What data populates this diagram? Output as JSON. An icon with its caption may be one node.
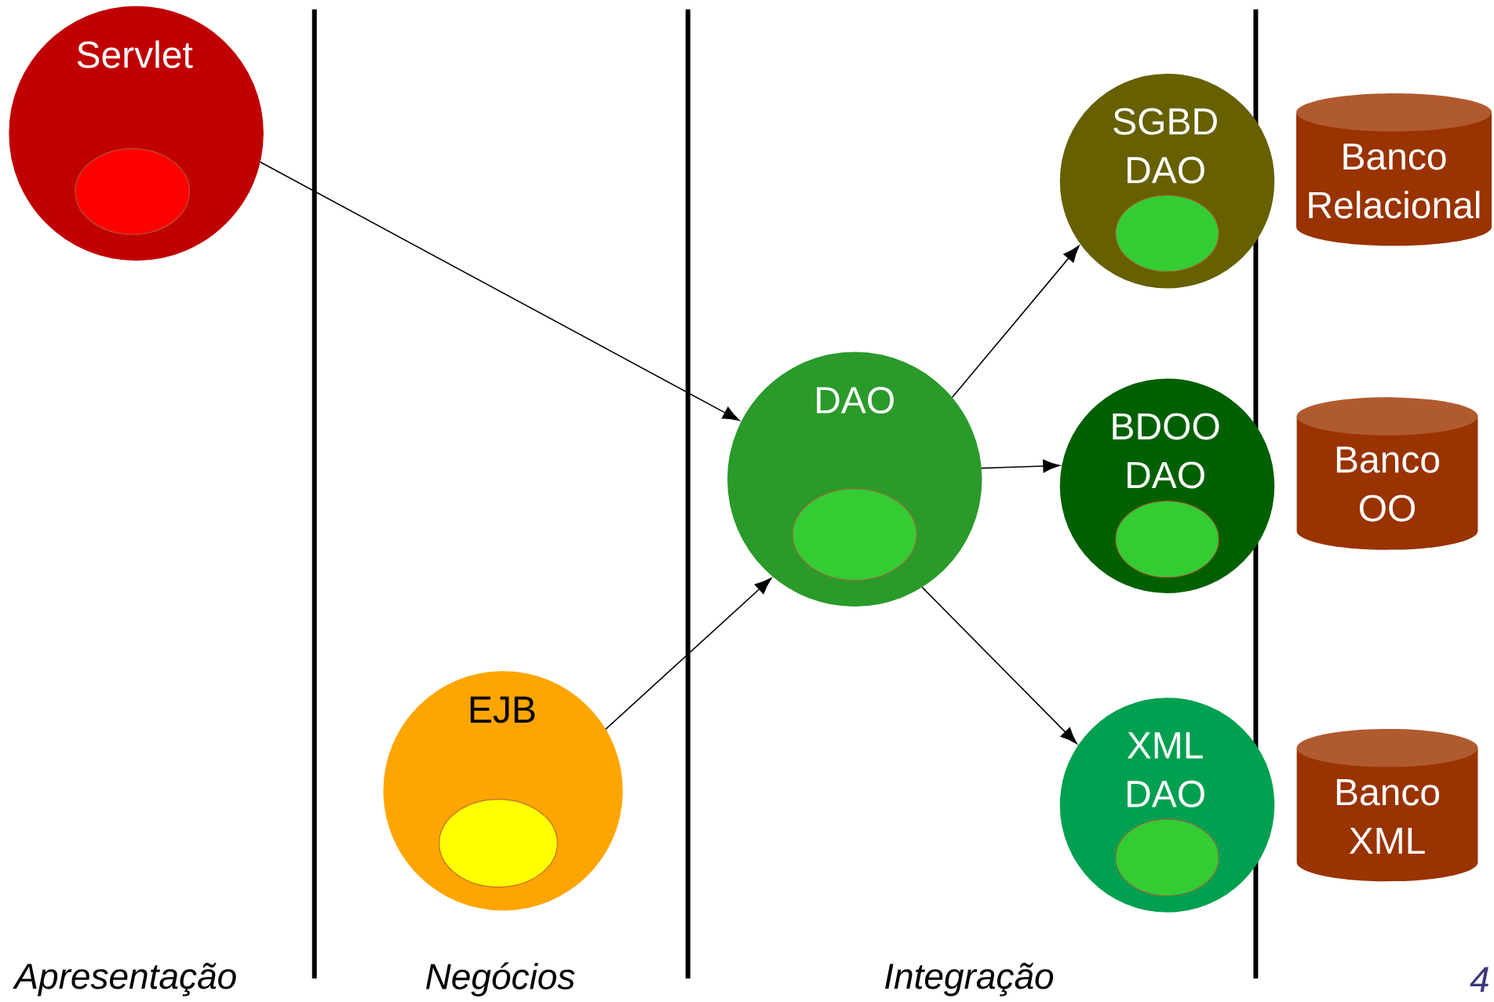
{
  "diagram": {
    "nodes": [
      {
        "text": [
          "Servlet"
        ]
      },
      {
        "text": [],
        "shape": "ellipse",
        "in": 0
      },
      {
        "text": [
          "EJB"
        ]
      },
      {
        "text": [],
        "shape": "ellipse",
        "in": 2
      },
      {
        "text": [
          "DAO"
        ]
      },
      {
        "text": [],
        "shape": "ellipse",
        "in": 4
      },
      {
        "text": [
          "SGBD DAO"
        ]
      },
      {
        "text": [],
        "shape": "ellipse",
        "in": 6
      },
      {
        "text": [
          "BDOO DAO"
        ]
      },
      {
        "text": [],
        "shape": "ellipse",
        "in": 8
      },
      {
        "text": [
          "XML DAO"
        ]
      },
      {
        "text": [],
        "shape": "ellipse",
        "in": 10
      },
      {
        "text": [
          "Banco Relacional"
        ]
      },
      {
        "text": [
          "Banco OO"
        ]
      },
      {
        "text": [
          "Banco XML"
        ]
      }
    ],
    "edges": [
      {
        "from": 0,
        "to": 4,
        "arrow": "to"
      },
      {
        "from": 2,
        "to": 4,
        "arrow": "to"
      },
      {
        "from": 4,
        "to": 6,
        "arrow": "to"
      },
      {
        "from": 4,
        "to": 8,
        "arrow": "to"
      },
      {
        "from": 4,
        "to": 10,
        "arrow": "to"
      }
    ],
    "labels": [
      "Apresentação",
      "Negócios",
      "Integração",
      "4"
    ]
  }
}
